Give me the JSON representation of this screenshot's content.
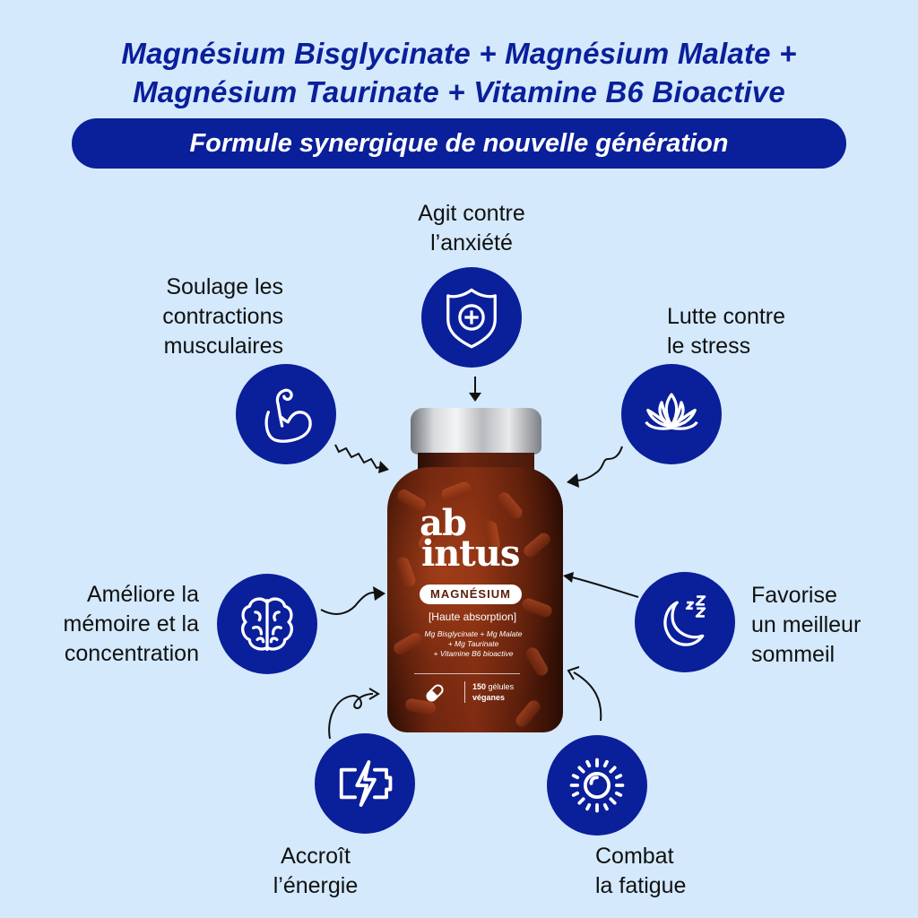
{
  "header": {
    "headline_line1": "Magnésium Bisglycinate + Magnésium Malate +",
    "headline_line2": "Magnésium Taurinate + Vitamine B6 Bioactive",
    "tagline": "Formule synergique de nouvelle génération"
  },
  "colors": {
    "background": "#d4e9fc",
    "accent_navy": "#0a1f9a",
    "text": "#111111",
    "bottle_amber": "#6b240f"
  },
  "benefits": [
    {
      "id": "anxiety",
      "line1": "Agit contre",
      "line2": "l’anxiété",
      "icon": "shield-plus-icon"
    },
    {
      "id": "muscles",
      "line1": "Soulage les",
      "line2": "contractions",
      "line3": "musculaires",
      "icon": "flexed-bicep-icon"
    },
    {
      "id": "stress",
      "line1": "Lutte contre",
      "line2": "le stress",
      "icon": "lotus-icon"
    },
    {
      "id": "memory",
      "line1": "Améliore la",
      "line2": "mémoire et la",
      "line3": "concentration",
      "icon": "brain-icon"
    },
    {
      "id": "sleep",
      "line1": "Favorise",
      "line2": "un meilleur",
      "line3": "sommeil",
      "icon": "moon-zzz-icon"
    },
    {
      "id": "energy",
      "line1": "Accroît",
      "line2": "l’énergie",
      "icon": "battery-bolt-icon"
    },
    {
      "id": "fatigue",
      "line1": "Combat",
      "line2": "la fatigue",
      "icon": "sun-icon"
    }
  ],
  "product": {
    "brand_line1": "ab",
    "brand_line2": "intus",
    "name": "MAGNÉSIUM",
    "subtitle": "[Haute absorption]",
    "composition_line1": "Mg Bisglycinate + Mg Malate",
    "composition_line2": "+ Mg Taurinate",
    "composition_line3": "+ Vitamine B6 bioactive",
    "count_number": "150",
    "count_unit": "gélules",
    "count_type": "véganes"
  }
}
